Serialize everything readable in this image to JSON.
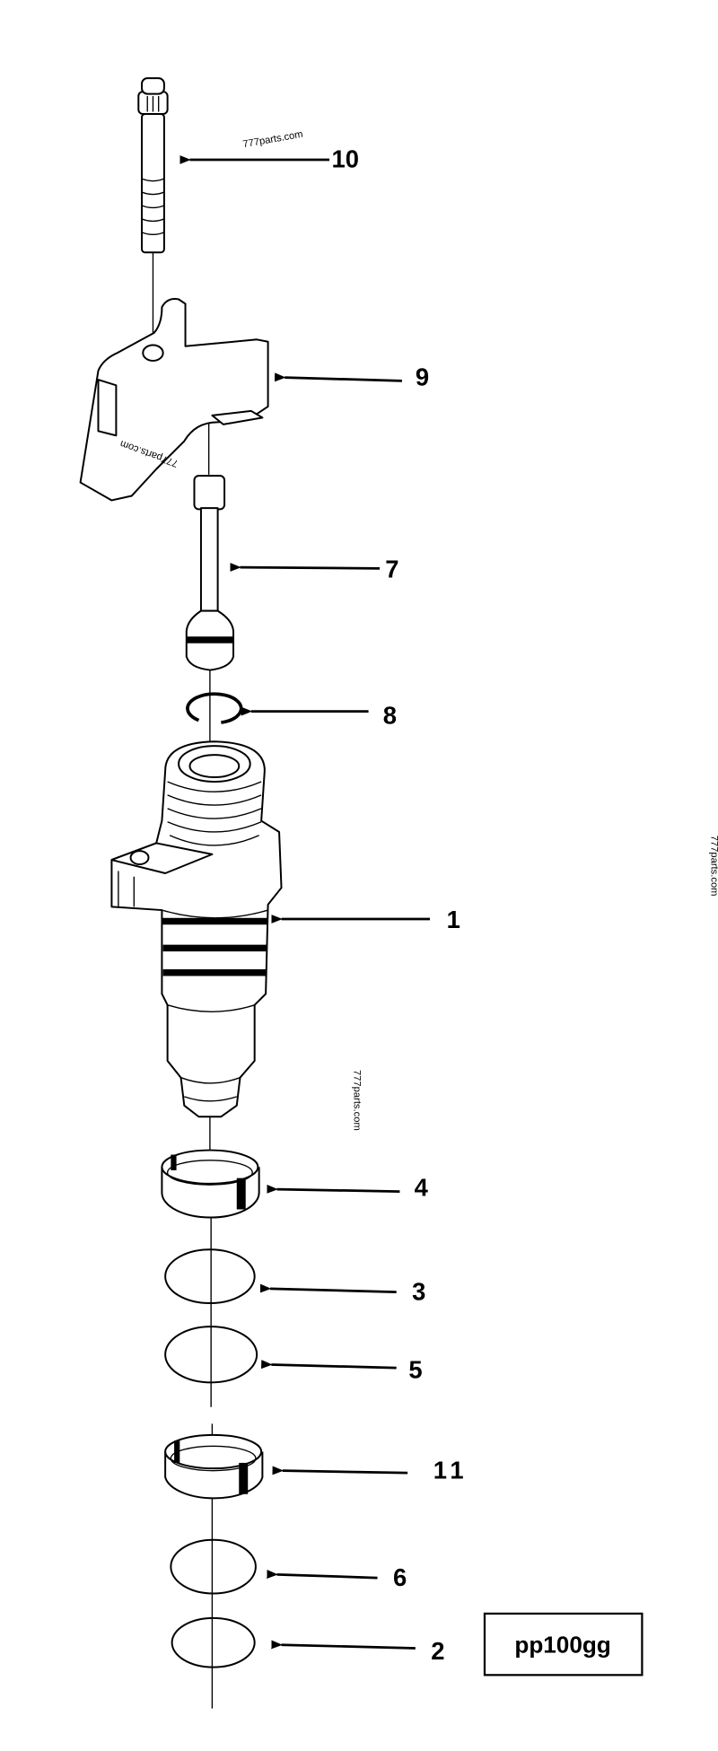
{
  "diagram": {
    "reference_code": "pp100gg",
    "watermark": "777parts.com",
    "callouts": [
      {
        "part": "bolt",
        "label": "10"
      },
      {
        "part": "rocker-arm",
        "label": "9"
      },
      {
        "part": "plunger-pin",
        "label": "7"
      },
      {
        "part": "snap-ring",
        "label": "8"
      },
      {
        "part": "injector-body",
        "label": "1"
      },
      {
        "part": "sleeve-ring",
        "label": "4"
      },
      {
        "part": "o-ring-upper",
        "label": "3"
      },
      {
        "part": "o-ring-middle",
        "label": "5"
      },
      {
        "part": "sleeve-ring-lower",
        "label": "11"
      },
      {
        "part": "o-ring-lower",
        "label": "6"
      },
      {
        "part": "o-ring-bottom",
        "label": "2"
      }
    ]
  }
}
